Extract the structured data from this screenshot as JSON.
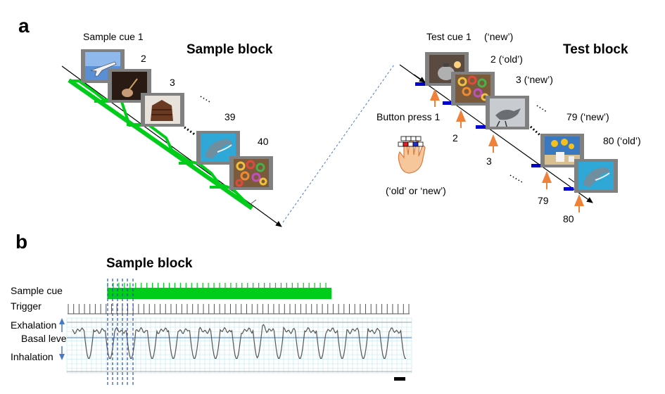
{
  "panel_a": {
    "letter": "a",
    "sample": {
      "title": "Sample block",
      "labels": [
        {
          "key": "s1",
          "text": "Sample cue 1"
        },
        {
          "key": "s2",
          "text": "2"
        },
        {
          "key": "s3",
          "text": "3"
        },
        {
          "key": "s39",
          "text": "39"
        },
        {
          "key": "s40",
          "text": "40"
        }
      ],
      "images": [
        "airplane",
        "hand-with-brush",
        "chocolate-cake",
        "dolphin",
        "cereal-loops"
      ]
    },
    "test": {
      "title": "Test block",
      "labels": [
        {
          "key": "t1",
          "text": "Test cue 1"
        },
        {
          "key": "t1n",
          "text": "(‘new’)"
        },
        {
          "key": "t2",
          "text": "2 (‘old’)"
        },
        {
          "key": "t3",
          "text": "3 (‘new’)"
        },
        {
          "key": "t79",
          "text": "79 (‘new’)"
        },
        {
          "key": "t80",
          "text": "80 (‘old’)"
        },
        {
          "key": "bp",
          "text": "Button press 1"
        },
        {
          "key": "b2",
          "text": "2"
        },
        {
          "key": "b3",
          "text": "3"
        },
        {
          "key": "b79",
          "text": "79"
        },
        {
          "key": "b80",
          "text": "80"
        },
        {
          "key": "choice",
          "text": "(‘old’ or ‘new’)"
        }
      ],
      "images": [
        "kettle",
        "cereal-loops",
        "bird",
        "sunflowers-vase",
        "dolphin"
      ]
    }
  },
  "panel_b": {
    "letter": "b",
    "title": "Sample block",
    "row_labels": {
      "sample_cue": "Sample cue",
      "trigger": "Trigger",
      "exhalation": "Exhalation",
      "basal": "Basal level",
      "inhalation": "Inhalation"
    },
    "cue_count": 40,
    "trigger_count": 64
  },
  "colors": {
    "green": "#00cc1a",
    "blue_marker": "#0000cc",
    "orange_arrow": "#f0813a",
    "trace": "#555555",
    "grid": "#b8e6ee",
    "dashed_blue": "#2a4fb0",
    "arrow_blue": "#4a78c8"
  }
}
